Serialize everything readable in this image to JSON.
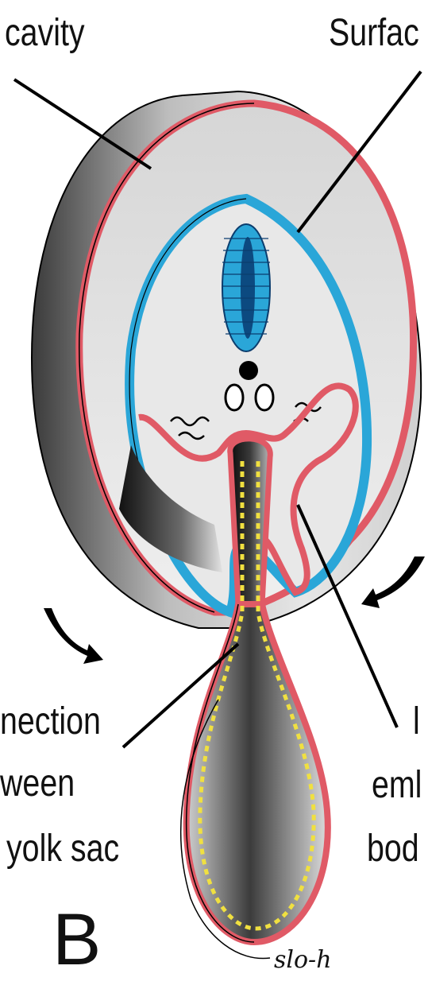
{
  "panel_letter": "B",
  "signature": "slo-h",
  "labels": {
    "cavity": "cavity",
    "surface": "Surfac",
    "connection": [
      "nection",
      "ween",
      "yolk sac"
    ],
    "embryo_body": [
      "l",
      "eml",
      "bod"
    ]
  },
  "colors": {
    "ectoderm": "#2aa6d8",
    "mesoderm_line": "#e05a66",
    "endoderm_yolk": "#f0e040",
    "cavity_fill": "#d8d8d8",
    "dark_shade": "#1a1a1a"
  }
}
